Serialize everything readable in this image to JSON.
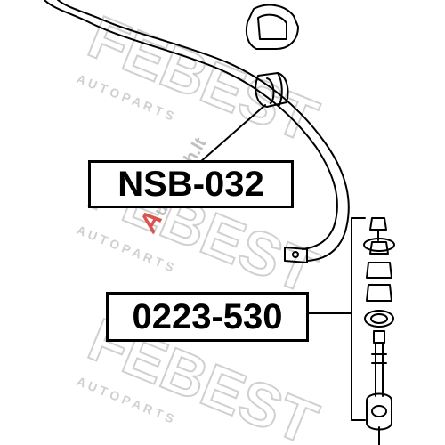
{
  "watermark": {
    "brand": "FEBEST",
    "sub": "A U T O P A R T S"
  },
  "logo": {
    "lead": "A",
    "text": "utoHash.lt"
  },
  "parts": [
    {
      "number": "NSB-032"
    },
    {
      "number": "0223-530"
    }
  ],
  "colors": {
    "line": "#000000",
    "watermark": "#d0d0d0",
    "logo_accent": "#d9534f"
  }
}
